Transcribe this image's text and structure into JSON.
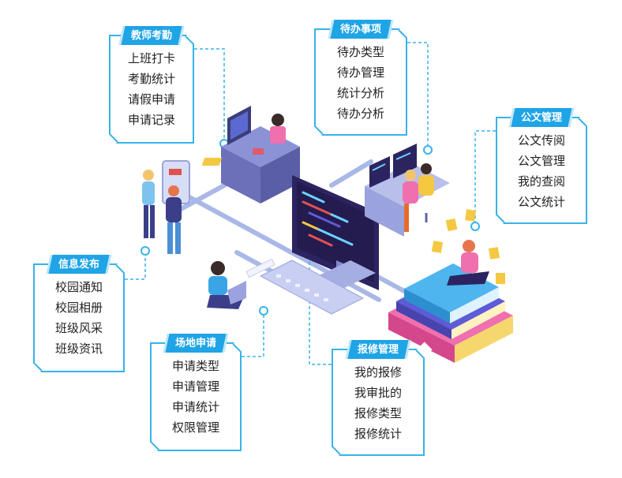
{
  "colors": {
    "accent": "#1fa4e6",
    "border": "#38b3ea",
    "connector": "#9aaede"
  },
  "modules": [
    {
      "id": "attendance",
      "title": "教师考勤",
      "items": [
        "上班打卡",
        "考勤统计",
        "请假申请",
        "申请记录"
      ]
    },
    {
      "id": "todo",
      "title": "待办事项",
      "items": [
        "待办类型",
        "待办管理",
        "统计分析",
        "待办分析"
      ]
    },
    {
      "id": "documents",
      "title": "公文管理",
      "items": [
        "公文传阅",
        "公文管理",
        "我的查阅",
        "公文统计"
      ]
    },
    {
      "id": "info",
      "title": "信息发布",
      "items": [
        "校园通知",
        "校园相册",
        "班级风采",
        "班级资讯"
      ]
    },
    {
      "id": "venue",
      "title": "场地申请",
      "items": [
        "申请类型",
        "申请管理",
        "申请统计",
        "权限管理"
      ]
    },
    {
      "id": "repair",
      "title": "报修管理",
      "items": [
        "我的报修",
        "我审批的",
        "报修类型",
        "报修统计"
      ]
    }
  ]
}
